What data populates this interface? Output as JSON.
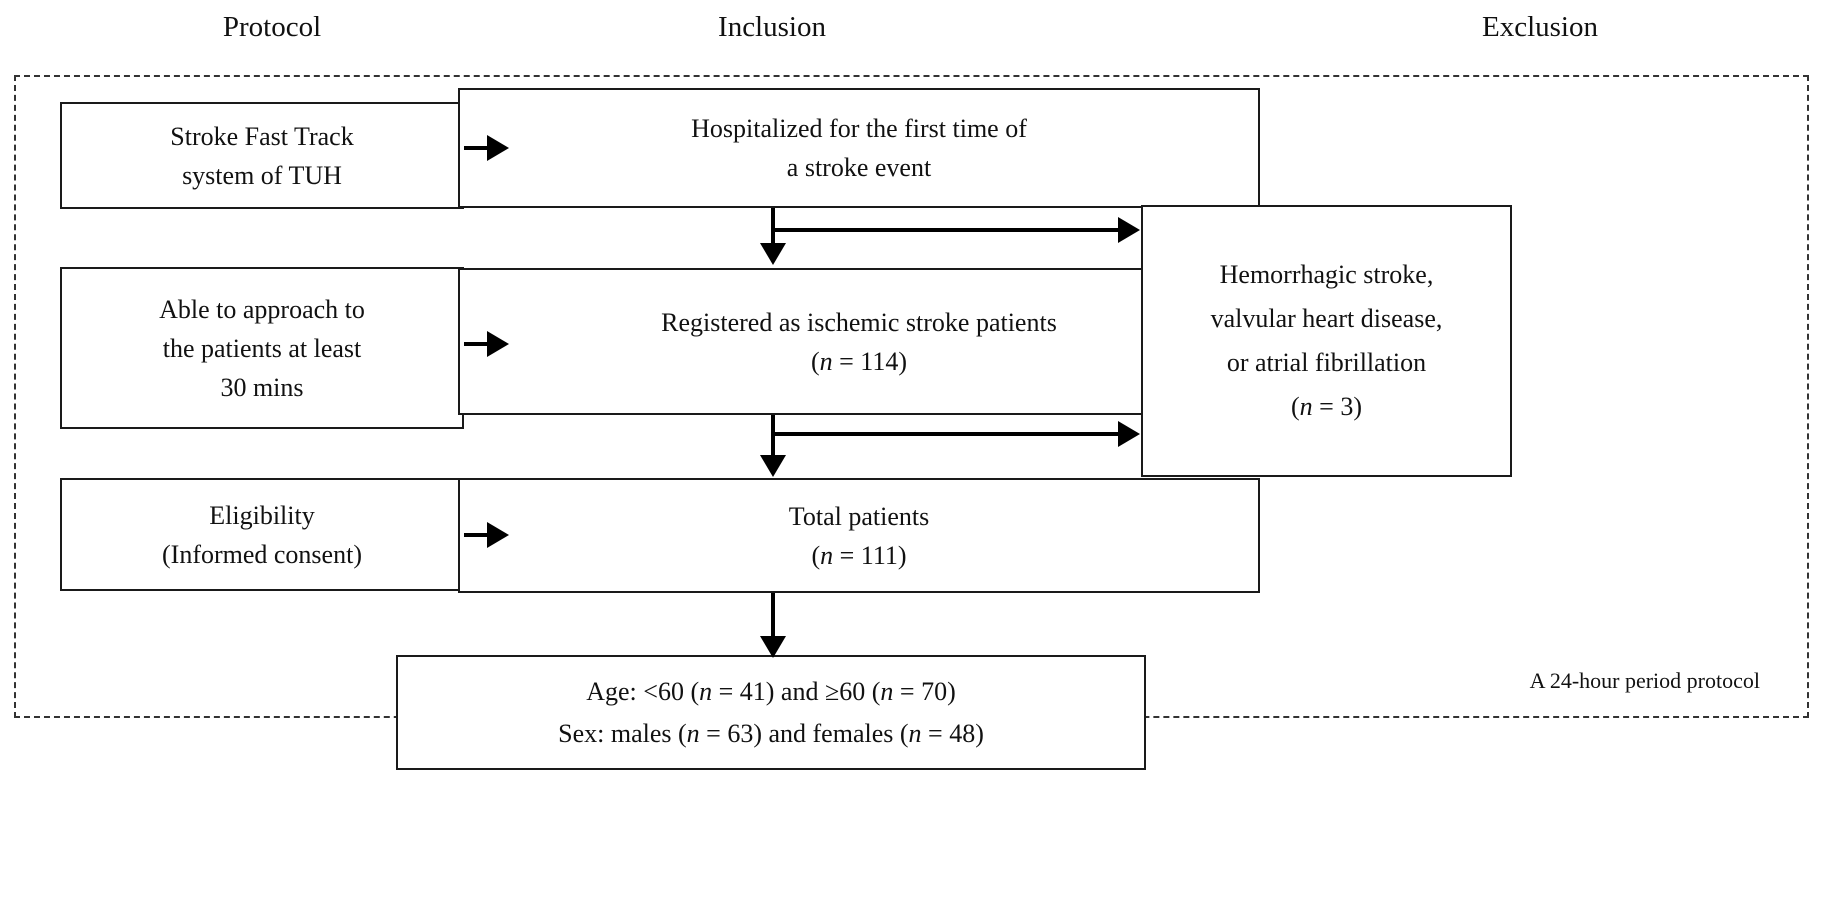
{
  "headers": {
    "protocol": "Protocol",
    "inclusion": "Inclusion",
    "exclusion": "Exclusion"
  },
  "protocol_boxes": [
    {
      "id": "stroke-fast-track",
      "line1": "Stroke Fast Track",
      "line2": "system of TUH"
    },
    {
      "id": "able-to-approach",
      "line1": "Able to approach to",
      "line2": "the patients at least",
      "line3": "30 mins"
    },
    {
      "id": "eligibility",
      "line1": "Eligibility",
      "line2": "(Informed consent)"
    }
  ],
  "inclusion_boxes": [
    {
      "id": "hospitalized",
      "line1": "Hospitalized for the first time of",
      "line2": "a stroke event"
    },
    {
      "id": "registered-ischemic",
      "line1": "Registered as ischemic stroke patients",
      "count_prefix": "(",
      "count_symbol": "n",
      "count_suffix": " = 114)"
    },
    {
      "id": "total-patients",
      "line1": "Total patients",
      "count_prefix": "(",
      "count_symbol": "n",
      "count_suffix": " = 111)"
    }
  ],
  "exclusion_box": {
    "id": "excluded-conditions",
    "line1": "Hemorrhagic stroke,",
    "line2": "valvular heart disease,",
    "line3": "or atrial fibrillation",
    "count_prefix": "(",
    "count_symbol": "n",
    "count_suffix": " = 3)"
  },
  "outcome_box": {
    "id": "demographics",
    "age_label": "Age: <60 (",
    "age_n1": "n",
    "age_mid": " = 41) and ≥60 (",
    "age_n2": "n",
    "age_end": " = 70)",
    "sex_label": "Sex: males (",
    "sex_n1": "n",
    "sex_mid": " = 63) and females (",
    "sex_n2": "n",
    "sex_end": " = 48)"
  },
  "caption": "A 24-hour period protocol",
  "counts": {
    "registered_ischemic": 114,
    "excluded": 3,
    "total_patients": 111,
    "age_under_60": 41,
    "age_60_or_over": 70,
    "males": 63,
    "females": 48
  },
  "colors": {
    "ink": "#000000",
    "box_border": "#1a1a1a",
    "dashed_border": "#333333",
    "background": "#ffffff"
  }
}
